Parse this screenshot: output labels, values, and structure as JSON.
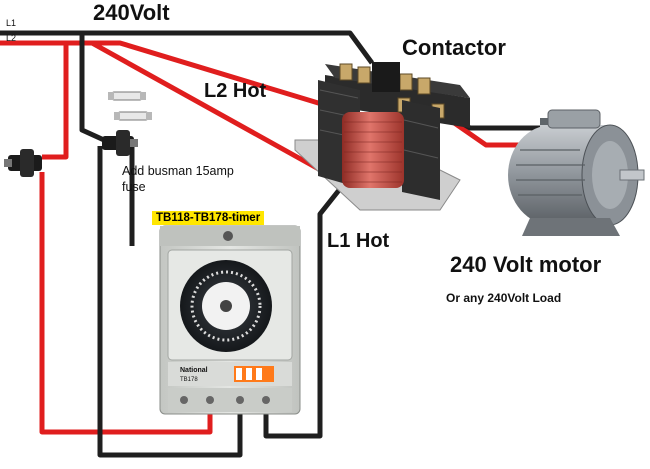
{
  "labels": {
    "line1": "L1",
    "line2": "L2",
    "supply": "240Volt",
    "contactor": "Contactor",
    "l2_hot": "L2 Hot",
    "l1_hot": "L1 Hot",
    "fuse_note_line1": "Add busman 15amp",
    "fuse_note_line2": "fuse",
    "timer_tag": "TB118-TB178-timer",
    "motor": "240 Volt motor",
    "load_note": "Or any 240Volt Load"
  },
  "timer": {
    "brand": "National",
    "model": "TB178"
  },
  "colors": {
    "l1_wire": "#1f1f1f",
    "l2_wire": "#e01e1e",
    "timer_tag_bg": "#ffe600",
    "coil": "#c8524a",
    "motor_body": "#8a9096",
    "timer_body": "#d4d7d3"
  }
}
